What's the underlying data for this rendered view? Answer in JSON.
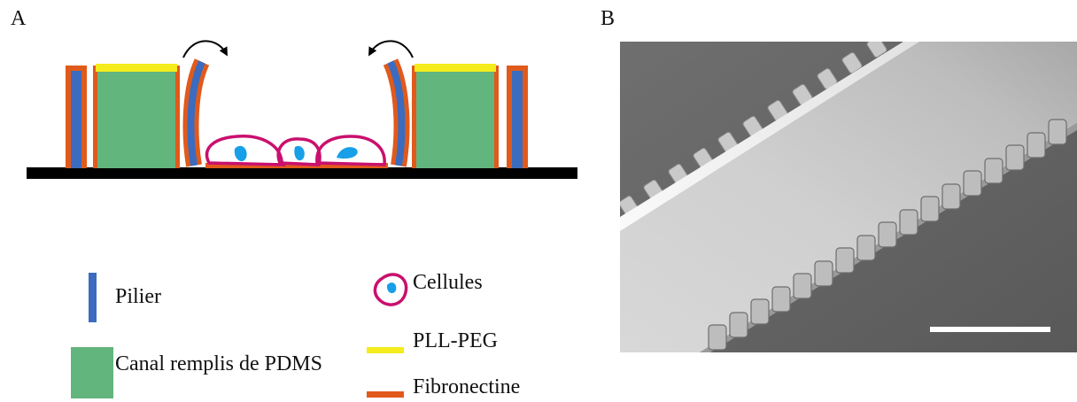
{
  "panels": {
    "a": "A",
    "b": "B"
  },
  "legend": {
    "pillar": "Pilier",
    "cells": "Cellules",
    "canal": "Canal remplis de PDMS",
    "pll_peg": "PLL-PEG",
    "fibronectin": "Fibronectine"
  },
  "colors": {
    "pillar": "#3b6cbf",
    "fibronectin": "#e05a1c",
    "canal": "#63b57e",
    "pll_peg": "#f4ec1c",
    "cell_outline": "#c9106e",
    "nucleus": "#17a0e8",
    "substrate": "#000000"
  }
}
